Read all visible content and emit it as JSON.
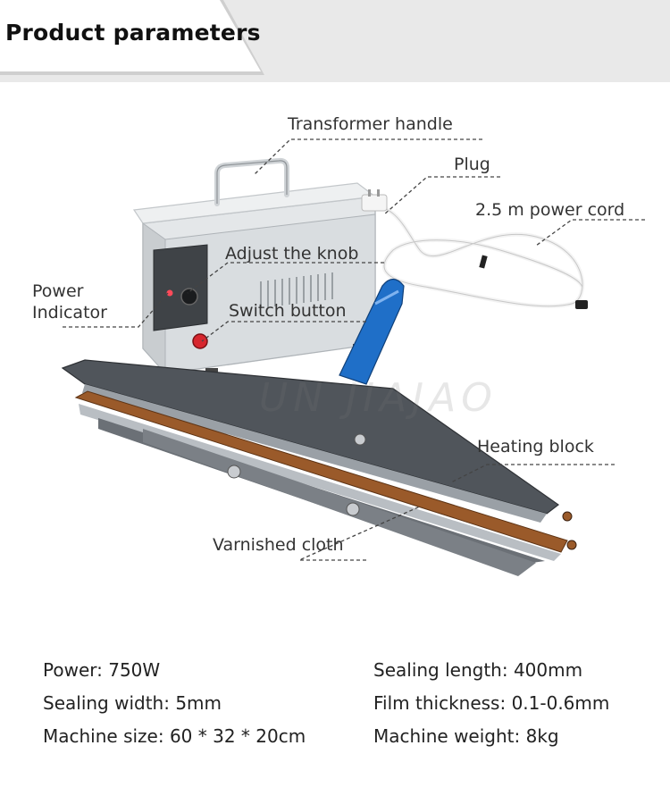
{
  "header": {
    "title": "Product parameters"
  },
  "callouts": {
    "transformer_handle": "Transformer handle",
    "plug": "Plug",
    "power_cord": "2.5 m power cord",
    "adjust_knob": "Adjust the knob",
    "power_indicator_line1": "Power",
    "power_indicator_line2": "Indicator",
    "switch_button": "Switch button",
    "heating_block": "Heating block",
    "varnished_cloth": "Varnished cloth"
  },
  "watermark": "UN JIAJAO",
  "specs": {
    "power": "Power: 750W",
    "sealing_length": "Sealing length: 400mm",
    "sealing_width": "Sealing width: 5mm",
    "film_thickness": "Film thickness: 0.1-0.6mm",
    "machine_size": "Machine size: 60 * 32 * 20cm",
    "machine_weight": "Machine weight: 8kg"
  },
  "colors": {
    "header_band": "#e9e9e9",
    "handle_blue": "#1f6fc8",
    "sealing_strip": "#9a5a2a",
    "sealer_dark": "#555a60",
    "transformer_body": "#d9dde0"
  }
}
